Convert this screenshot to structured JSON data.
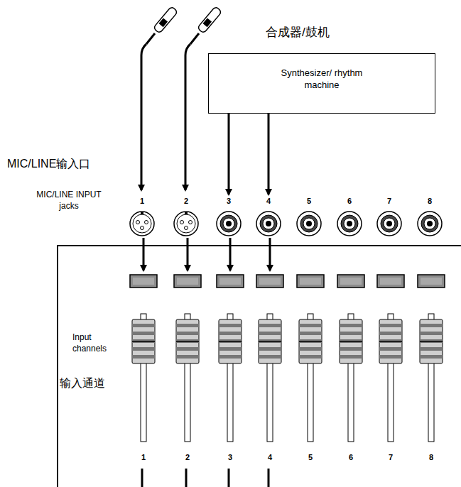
{
  "diagram": {
    "nodes": [
      {
        "text": [
          "合成器/鼓机",
          "Synthesizer/ rhythm machine"
        ]
      },
      {
        "text": [
          "1"
        ]
      },
      {
        "text": [
          "2"
        ]
      },
      {
        "text": [
          "3"
        ]
      },
      {
        "text": [
          "4"
        ]
      },
      {
        "text": [
          "5"
        ]
      },
      {
        "text": [
          "6"
        ]
      },
      {
        "text": [
          "7"
        ]
      },
      {
        "text": [
          "8"
        ]
      },
      {
        "text": [
          "Input channels",
          "输入通道"
        ]
      },
      {
        "text": [
          "1"
        ],
        "in": 9
      },
      {
        "text": [
          "2"
        ],
        "in": 9
      },
      {
        "text": [
          "3"
        ],
        "in": 9
      },
      {
        "text": [
          "4"
        ],
        "in": 9
      },
      {
        "text": [
          "5"
        ],
        "in": 9
      },
      {
        "text": [
          "6"
        ],
        "in": 9
      },
      {
        "text": [
          "7"
        ],
        "in": 9
      },
      {
        "text": [
          "8"
        ],
        "in": 9
      }
    ],
    "edges": [
      {
        "from": 0,
        "to": 3,
        "arrow": "to"
      },
      {
        "from": 0,
        "to": 4,
        "arrow": "to"
      },
      {
        "from": 1,
        "to": 10,
        "arrow": "to"
      },
      {
        "from": 2,
        "to": 11,
        "arrow": "to"
      },
      {
        "from": 3,
        "to": 12,
        "arrow": "to"
      },
      {
        "from": 4,
        "to": 13,
        "arrow": "to"
      }
    ],
    "labels": [
      "MIC/LINE输入口",
      "MIC/LINE INPUT jacks"
    ]
  }
}
